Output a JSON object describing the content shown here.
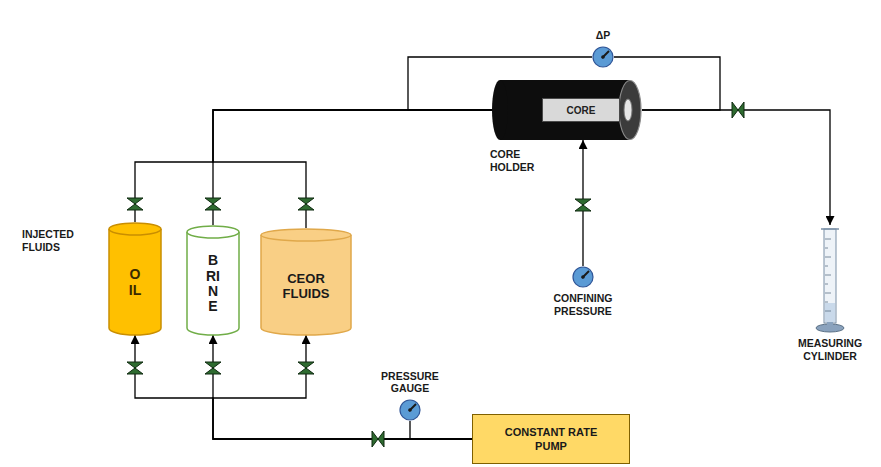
{
  "diagram": {
    "nodes": [
      {
        "text": [
          "OIL"
        ]
      },
      {
        "text": [
          "BRINE"
        ]
      },
      {
        "text": [
          "CEOR FLUIDS"
        ]
      },
      {
        "text": [
          "CORE HOLDER"
        ]
      },
      {
        "text": [
          "CORE"
        ],
        "in": 3
      },
      {
        "text": [
          "ΔP"
        ]
      },
      {
        "text": [
          "CONFINING PRESSURE"
        ]
      },
      {
        "text": [
          "MEASURING CYLINDER"
        ]
      },
      {
        "text": [
          "PRESSURE GAUGE"
        ]
      },
      {
        "text": [
          "CONSTANT RATE PUMP"
        ]
      }
    ],
    "edges": [
      {
        "from": 9,
        "to": 0,
        "arrow": "to"
      },
      {
        "from": 9,
        "to": 1,
        "arrow": "to"
      },
      {
        "from": 9,
        "to": 2,
        "arrow": "to"
      },
      {
        "from": 0,
        "to": 3,
        "arrow": "none"
      },
      {
        "from": 1,
        "to": 3,
        "arrow": "none"
      },
      {
        "from": 2,
        "to": 3,
        "arrow": "none"
      },
      {
        "from": 3,
        "to": 7,
        "arrow": "to"
      },
      {
        "from": 6,
        "to": 3,
        "arrow": "to"
      },
      {
        "from": 5,
        "to": 3,
        "arrow": "none"
      },
      {
        "from": 5,
        "to": 3,
        "arrow": "none"
      },
      {
        "from": 8,
        "to": 9,
        "arrow": "none"
      }
    ],
    "labels": [
      "INJECTED FLUIDS"
    ]
  }
}
